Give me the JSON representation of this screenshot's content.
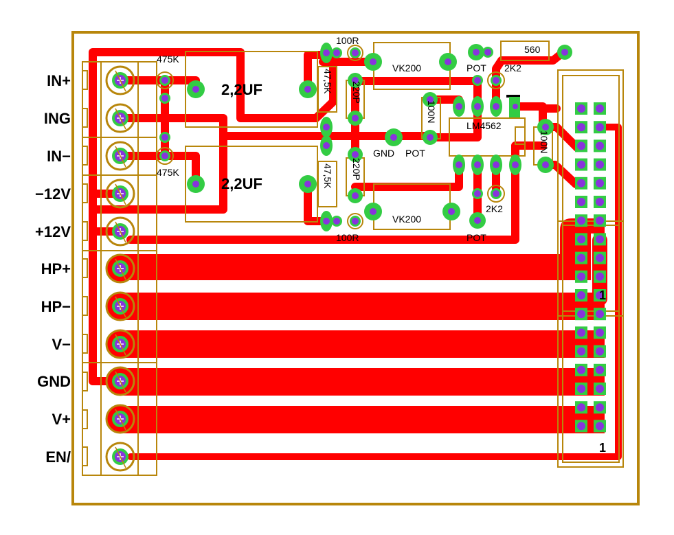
{
  "colors": {
    "trace": "#ff0000",
    "pad": "#33cc44",
    "drill": "#8833dd",
    "silkscreen": "#b8860b",
    "label": "#000000",
    "background": "#ffffff"
  },
  "connector_labels": [
    "IN+",
    "ING",
    "IN−",
    "−12V",
    "+12V",
    "HP+",
    "HP−",
    "V−",
    "GND",
    "V+",
    "EN/"
  ],
  "components": {
    "r_in_top": "475K",
    "r_in_bottom": "475K",
    "cap_top": "2,2UF",
    "cap_bottom": "2,2UF",
    "r_fb_top": "47,5K",
    "r_fb_bottom": "47,5K",
    "r_series_top": "100R",
    "r_series_bottom": "100R",
    "cap_c_top": "220P",
    "cap_c_bottom": "220P",
    "vk_top": "VK200",
    "vk_bottom": "VK200",
    "pot_top": "POT",
    "pot_bottom": "POT",
    "r_2k2_top": "2K2",
    "r_2k2_bottom": "2K2",
    "r_560": "560",
    "gnd_label": "GND",
    "pot_mid_label": "POT",
    "cap_100n_left": "100N",
    "cap_100n_right": "100N",
    "ic": "LM4562",
    "header_pin1_top": "1",
    "header_pin1_bottom": "1"
  }
}
